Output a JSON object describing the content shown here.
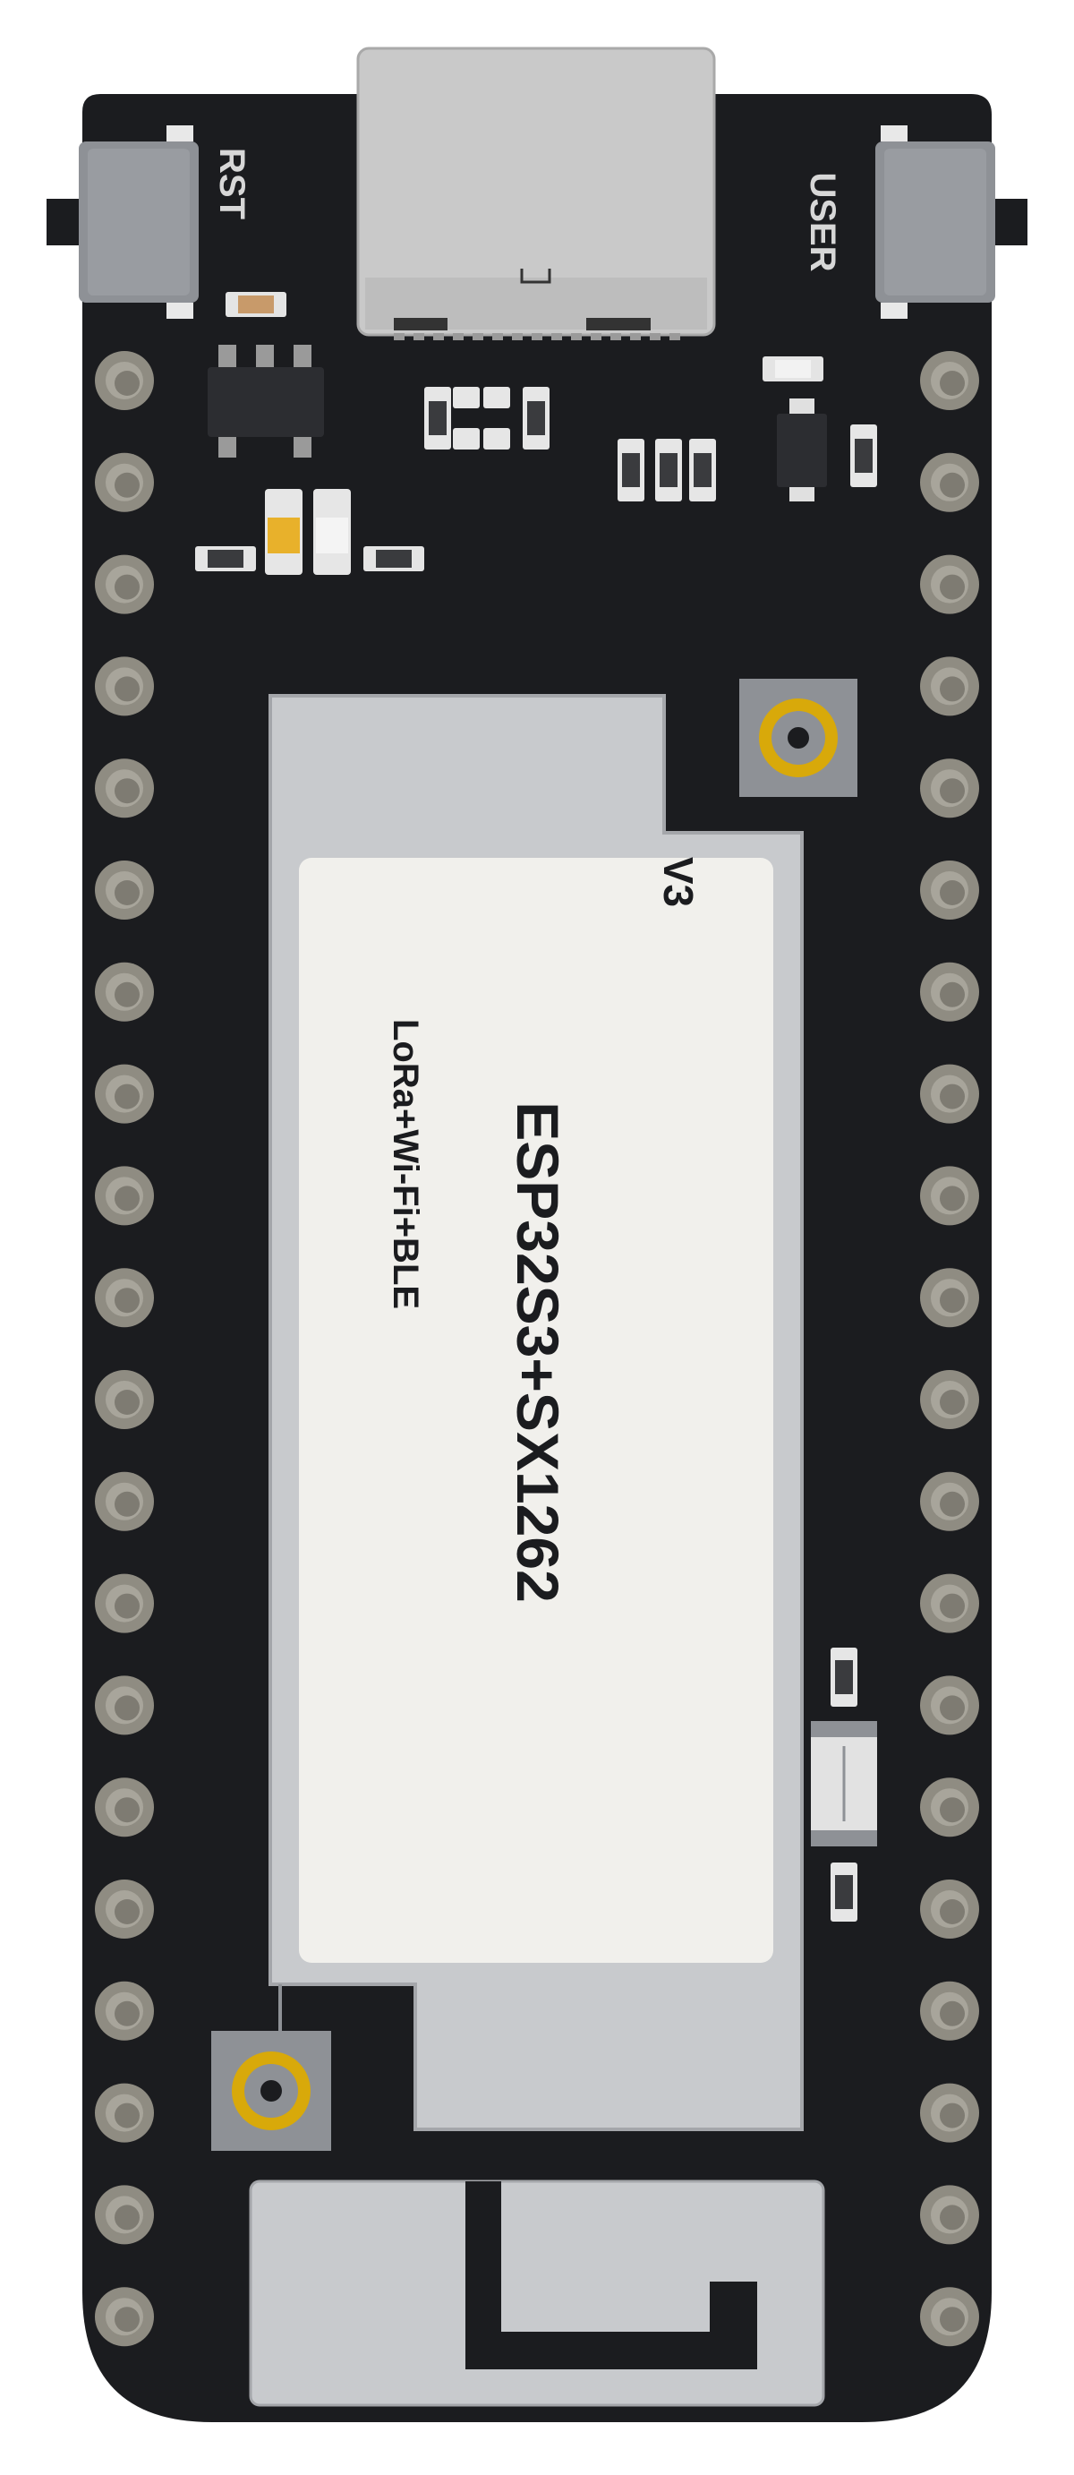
{
  "board": {
    "version_label": "V3",
    "chip_title": "ESP32S3+SX1262",
    "chip_subtitle": "LoRa+Wi-Fi+BLE",
    "buttons": {
      "reset_label": "RST",
      "user_label": "USER"
    },
    "pin_rows_per_side": 20
  },
  "colors": {
    "pcb": "#1b1c1f",
    "pin_pad": "#8f8c82",
    "shield": "#c8cacd",
    "label_area": "#f1f0ec",
    "button_body": "#8e9196",
    "connector_gold": "#d8a90a",
    "text_light": "#d7d7d7",
    "text_dark": "#1b1c1f"
  },
  "icons": {
    "usb_connector": "usb-c-connector-icon",
    "antenna_trace": "pcb-antenna-trace-icon",
    "coax_connector": "ipex-connector-icon"
  }
}
